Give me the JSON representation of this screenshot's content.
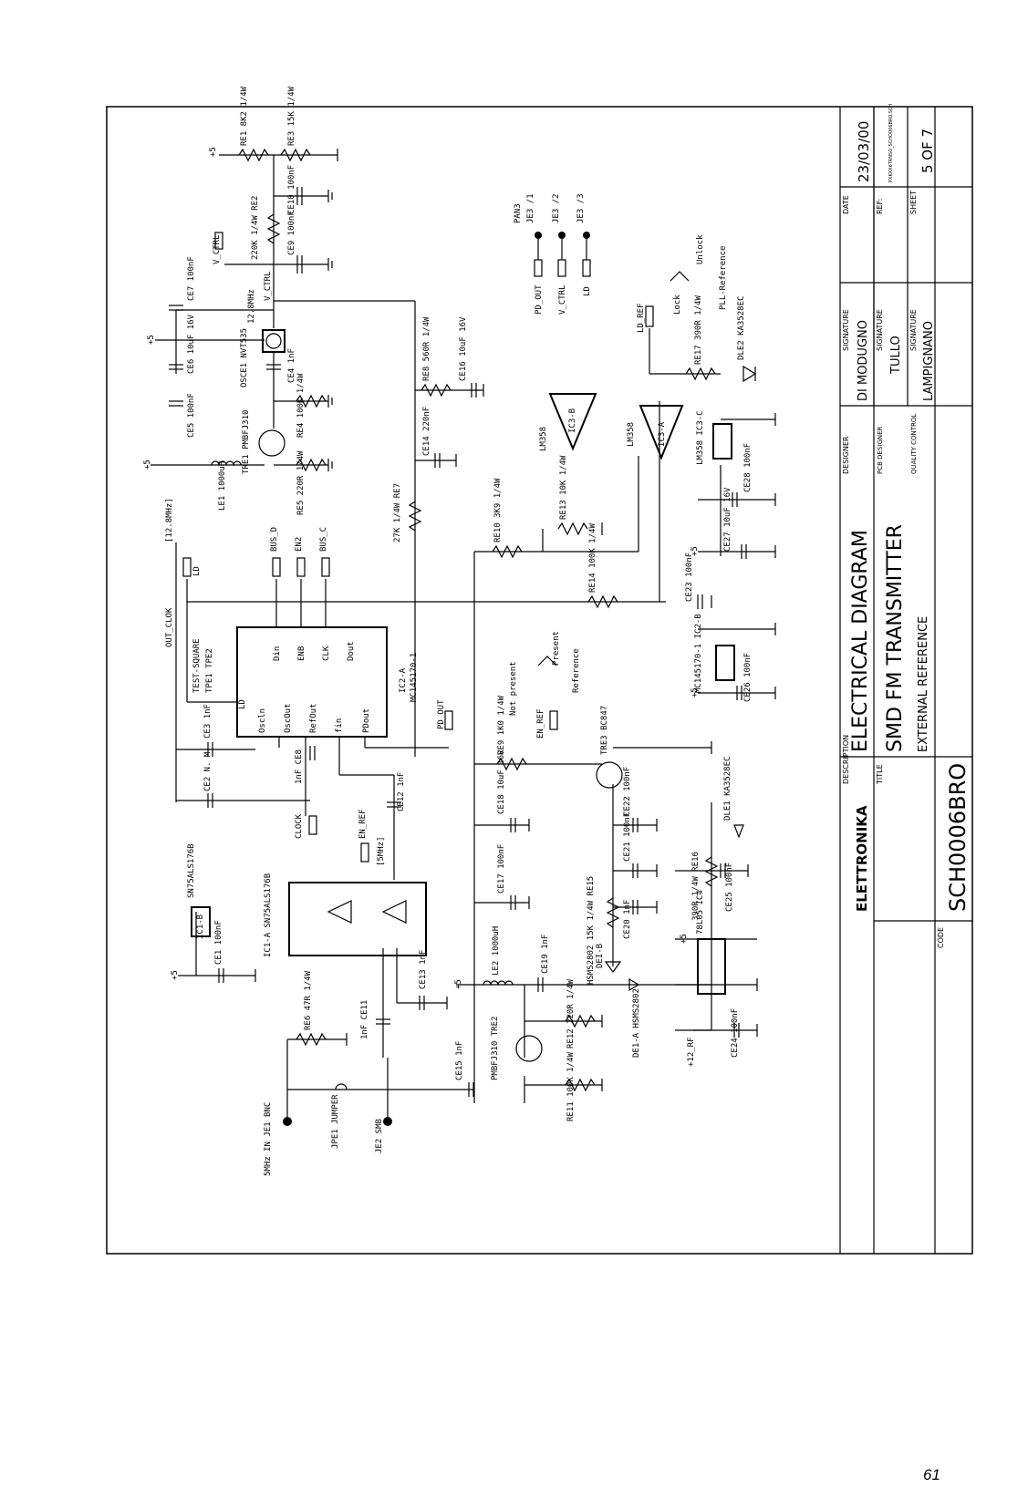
{
  "title_block": {
    "labels": {
      "description": "DESCRIPTION",
      "title": "TITLE",
      "code": "CODE",
      "designer": "DESIGNER",
      "pcb_designer": "PCB DESIGNER",
      "quality_control": "QUALITY CONTROL",
      "signature": "SIGNATURE",
      "date": "DATE",
      "ref": "REF:",
      "sheet": "SHEET"
    },
    "description_value": "ELECTRICAL DIAGRAM",
    "title_value": "SMD FM TRANSMITTER",
    "title_sub": "EXTERNAL REFERENCE",
    "code_value": "SCH0006BRO",
    "logo": "ELETTRONIKA",
    "designer_value": "DI MODUGNO",
    "pcb_designer_value": "TULLO",
    "quality_value": "LAMPIGNANO",
    "date_value": "23/03/00",
    "ref_value": "PXKXX6TRNSO_SCHO006BRO.SCH",
    "sheet_value": "5 OF 7"
  },
  "components": {
    "re1": "RE1 8K2 1/4W",
    "re3": "RE3 15K 1/4W",
    "ce10": "CE10 100nF",
    "re2": "220K 1/4W RE2",
    "ce9": "CE9 100nF",
    "vctrl_in": "V_CTRL",
    "ce7": "CE7 100nF",
    "osc": "OSCE1 NVT535",
    "osc_f": "12.8MHz",
    "osc_pin": "V_CTRL",
    "ce6": "CE6 10uF 16V",
    "ce4": "CE4 1nF",
    "re8": "RE8 560R 1/4W",
    "ce16": "CE16 10uF 16V",
    "ce5": "CE5 100nF",
    "re4": "RE4 100K 1/4W",
    "tre1": "TRE1 PMBFJ310",
    "le1": "LE1 1000uH",
    "re5": "RE5 220R 1/4W",
    "ce14": "CE14 220nF",
    "re7": "27K 1/4W RE7",
    "pan3": "PAN3",
    "je31": "JE3 /1",
    "je32": "JE3 /2",
    "je33": "JE3 /3",
    "pdout": "PD_OUT",
    "vctrl": "V_CTRL",
    "ld": "LD",
    "unlock": "Unlock",
    "lock": "Lock",
    "pllref": "PLL-Reference",
    "ldref": "LD_REF",
    "re17": "RE17 390R 1/4W",
    "dle2": "DLE2 KA3528EC",
    "ic3b": "IC3-B",
    "lm358a": "LM358",
    "ic3a": "IC3-A",
    "lm358b": "LM358",
    "ic3c": "LM358 IC3-C",
    "ce28": "CE28 100nF",
    "ce27": "CE27 10uF 16V",
    "re10": "RE10 3K9 1/4W",
    "re13": "RE13 10K 1/4W",
    "re14": "RE14 100K 1/4W",
    "ce23": "CE23 100nF",
    "freq": "[12.8MHz]",
    "outclk": "OUT_CLOK",
    "busd": "BUS_D",
    "en2": "EN2",
    "busc": "BUS_C",
    "ld2": "LD",
    "testsq": "TEST-SQUARE",
    "tpe": "TPE1 TPE2",
    "ic2": "IC2-A",
    "ic2p": "MC145170-1",
    "ic2b": "MC145170-1 IC2-B",
    "ce26": "CE26 100nF",
    "pins_l": [
      "Oscln",
      "OscOut",
      "RefOut",
      "fin"
    ],
    "pins_r": [
      "PDout"
    ],
    "pins_t": [
      "Din",
      "ENB",
      "CLK",
      "Dout"
    ],
    "pin_ld": "LD",
    "present": "Present",
    "notpresent": "Not present",
    "reference": "Reference",
    "ce3": "CE3 1nF",
    "ce8": "1nF CE8",
    "ce2": "CE2 N. M.",
    "clock": "CLOCK",
    "enref": "EN_REF",
    "enref2": "EN_REF",
    "ce12": "CE12 1nF",
    "pdout2": "PD_OUT",
    "re9": "RE9 1K0 1/4W",
    "tre3": "TRE3 BC847",
    "ce18": "CE18 10uF 16V",
    "ce22": "CE22 100nF",
    "ic1": "SN75ALS176B",
    "ic1b": "IC1-B",
    "ic1a": "IC1-A SN75ALS176B",
    "ce1": "CE1 100nF",
    "fivemhz": "[5MHz]",
    "ce17": "CE17 100nF",
    "ce21": "CE21 100nF",
    "dle1": "DLE1 KA3528EC",
    "re16": "390R 1/4W RE16",
    "ce25": "CE25 100nF",
    "re15": "HSMS2802 15K 1/4W RE15",
    "ce20": "CE20 1nF",
    "dei_b": "DEI-B",
    "le2": "LE2 1000uH",
    "ce19": "CE19 1nF",
    "ce13": "CE13 1nF",
    "re12": "RE12 220R 1/4W",
    "de1a": "DE1-A HSMS2802",
    "reg": "78L05 IC4",
    "ce24": "CE24 100nF",
    "re6": "RE6 47R 1/4W",
    "ce11": "1nF CE11",
    "ce15": "CE15 1nF",
    "tre2": "PMBFJ310 TRE2",
    "re11": "RE11 100K 1/4W",
    "je1": "5MHz IN JE1 BNC",
    "jpe1": "JPE1 JUMPER",
    "je2": "JE2 SMB",
    "plus5": "+5",
    "plus12": "+12_RF"
  },
  "page_number": "61"
}
